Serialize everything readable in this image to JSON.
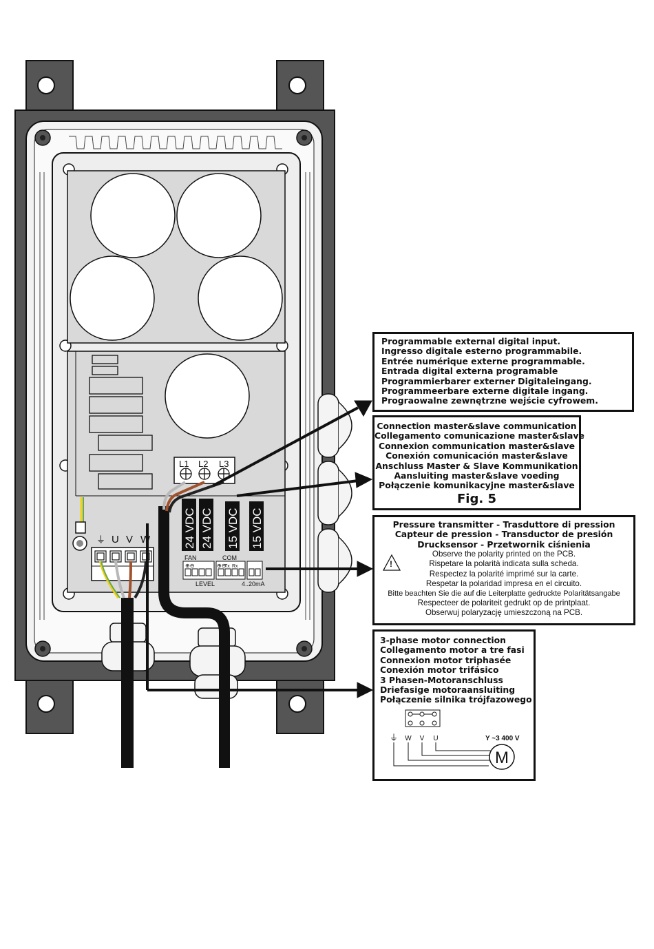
{
  "boxes": {
    "digital_input": {
      "lines": [
        "Programmable external digital input.",
        "Ingresso digitale esterno programmabile.",
        "Entrée numérique externe programmable.",
        "Entrada digital externa programable",
        "Programmierbarer externer Digitaleingang.",
        "Programmeerbare externe digitale ingang.",
        "Prograowalne zewnętrzne wejście cyfrowem."
      ]
    },
    "master_slave": {
      "lines": [
        "Connection master&slave communication",
        "Collegamento comunicazione master&slave",
        "Connexion communication master&slave",
        "Conexión comunicación master&slave",
        "Anschluss Master & Slave Kommunikation",
        "Aansluiting master&slave voeding",
        "Połączenie komunikacyjne master&slave"
      ],
      "figure_label": "Fig. 5"
    },
    "pressure": {
      "title_lines": [
        "Pressure transmitter - Trasduttore di pression",
        "Capteur de pression - Transductor de presión",
        "Drucksensor - Przetwornik ciśnienia"
      ],
      "lines": [
        "Observe the polarity printed on the PCB.",
        "Rispetare la polarità indicata sulla scheda.",
        "Respectez la polarité imprimé sur la carte.",
        "Respetar la polaridad impresa en el circuito.",
        "Bitte beachten Sie die auf die Leiterplatte gedruckte Polaritätsangabe",
        "Respecteer de polariteit gedrukt op de printplaat.",
        "Obserwuj polaryzację umieszczoną na PCB."
      ],
      "warning_glyph": "!"
    },
    "motor": {
      "lines": [
        "3-phase motor connection",
        "Collegamento motor a tre fasi",
        "Connexion motor triphasée",
        "Conexión motor trifásico",
        "3 Phasen-Motoranschluss",
        "Driefasige motoraansluiting",
        "Połączenie silnika trójfazowego"
      ],
      "terminal_labels": [
        "W",
        "V",
        "U"
      ],
      "ground_glyph": "⏚",
      "supply": "Y ~3 400 V",
      "motor_symbol": "M"
    }
  },
  "board": {
    "line_terminals": [
      "L1",
      "L2",
      "L3"
    ],
    "motor_terminals": [
      "⏚",
      "U",
      "V",
      "W"
    ],
    "supplies": [
      "24 VDC",
      "24 VDC",
      "15 VDC",
      "15 VDC"
    ],
    "fan_label": "FAN",
    "com_label": "COM",
    "tx_label": "Tx",
    "rx_label": "Rx",
    "level_label": "LEVEL",
    "range_label": "4..20mA",
    "plus_minus": "⊕⊖"
  },
  "colors": {
    "enclosure": "#555555",
    "panel": "#d9d9d9",
    "earth_green": "#6aa84f",
    "earth_yellow": "#f1d21b",
    "wire_brown": "#a0522d",
    "wire_grey": "#b8b8b8",
    "cable": "#111111"
  }
}
